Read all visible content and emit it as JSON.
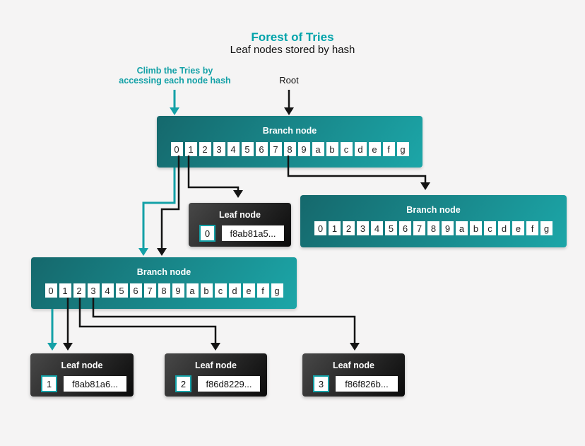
{
  "page": {
    "title": "Forest of Tries",
    "subtitle": "Leaf nodes stored by hash"
  },
  "annotations": {
    "climb_line1": "Climb the Tries by",
    "climb_line2": "accessing each node hash",
    "root_label": "Root"
  },
  "branch_cells": [
    "0",
    "1",
    "2",
    "3",
    "4",
    "5",
    "6",
    "7",
    "8",
    "9",
    "a",
    "b",
    "c",
    "d",
    "e",
    "f",
    "g"
  ],
  "branch_nodes": {
    "root": {
      "title": "Branch node"
    },
    "right": {
      "title": "Branch node"
    },
    "left": {
      "title": "Branch node"
    }
  },
  "leaf_nodes": [
    {
      "title": "Leaf node",
      "index": "0",
      "hash": "f8ab81a5..."
    },
    {
      "title": "Leaf node",
      "index": "1",
      "hash": "f8ab81a6..."
    },
    {
      "title": "Leaf node",
      "index": "2",
      "hash": "f86d8229..."
    },
    {
      "title": "Leaf node",
      "index": "3",
      "hash": "f86f826b..."
    }
  ],
  "colors": {
    "accent": "#14a1a7",
    "title_teal": "#00a3aa",
    "line_black": "#141414",
    "branch_grad_start": "#15686c",
    "branch_grad_end": "#1ca6a8",
    "leaf_grad_start": "#484848",
    "leaf_grad_end": "#0a0a0a",
    "cell_bg": "#ffffff",
    "cell_text": "#222222",
    "background": "#f5f4f4"
  }
}
